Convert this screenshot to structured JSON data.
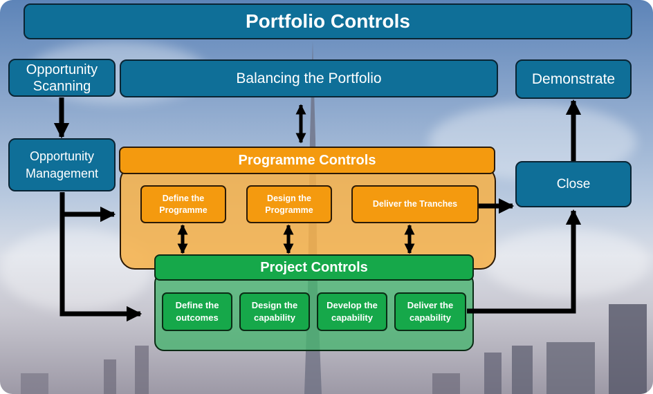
{
  "title": "Portfolio Controls",
  "portfolio": {
    "opportunity_scanning": "Opportunity Scanning",
    "balancing": "Balancing the Portfolio",
    "demonstrate": "Demonstrate",
    "opportunity_management": "Opportunity Management",
    "close": "Close"
  },
  "programme": {
    "title": "Programme Controls",
    "steps": [
      "Define the Programme",
      "Design the Programme",
      "Deliver the Tranches"
    ]
  },
  "project": {
    "title": "Project Controls",
    "steps": [
      "Define the outcomes",
      "Design the capability",
      "Develop the capability",
      "Deliver the capability"
    ]
  },
  "colors": {
    "portfolio_blue": "#0f6f98",
    "programme_orange": "#f49a0f",
    "project_green": "#16a84a"
  }
}
